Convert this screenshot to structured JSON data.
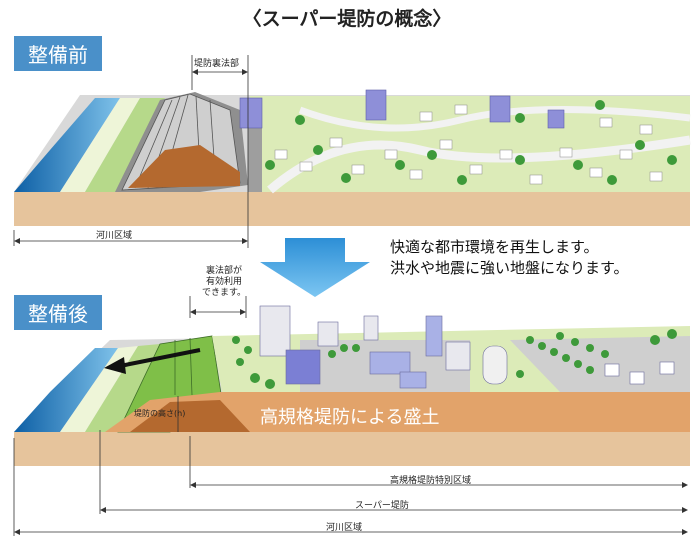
{
  "title": "〈スーパー堤防の概念〉",
  "before": {
    "tag": "整備前",
    "back_slope_label": "堤防裏法部",
    "river_area_label": "河川区域"
  },
  "message": {
    "line1": "快適な都市環境を再生します。",
    "line2": "洪水や地震に強い地盤になります。"
  },
  "after": {
    "tag": "整備後",
    "back_slope_note": [
      "裏法部が",
      "有効利用",
      "できます。"
    ],
    "height_label": "堤防の高さ(h)",
    "fill_label": "高規格堤防による盛土",
    "special_area_label": "高規格堤防特別区域",
    "super_levee_label": "スーパー堤防",
    "river_area_label": "河川区域"
  },
  "colors": {
    "tag_blue": "#4a90c9",
    "soil": "#e8c29a",
    "soil_dark": "#b46a3a",
    "grass": "#c8e0a0",
    "water": "#1a78b8",
    "arrow_blue": "#39a0e0"
  }
}
